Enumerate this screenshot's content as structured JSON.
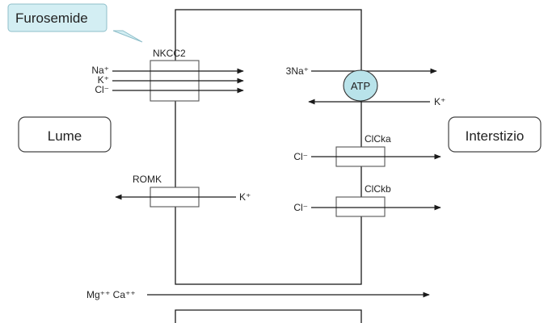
{
  "colors": {
    "line": "#1a1a1a",
    "callout_fill": "#d3eef3",
    "callout_stroke": "#8fbfca",
    "atp_fill": "#b9e3ea",
    "box_stroke": "#555555"
  },
  "drug_callout": {
    "label": "Furosemide"
  },
  "compartments": {
    "lumen": "Lume",
    "interstitium": "Interstizio"
  },
  "apical": {
    "nkcc2": {
      "label": "NKCC2",
      "ions": [
        "Na⁺",
        "K⁺",
        "Cl⁻"
      ]
    },
    "romk": {
      "label": "ROMK",
      "ion": "K⁺"
    }
  },
  "basolateral": {
    "pump": {
      "label": "ATP",
      "ion_out": "3Na⁺",
      "ion_in": "K⁺"
    },
    "clcka": {
      "label": "ClCka",
      "ion": "Cl⁻"
    },
    "clckb": {
      "label": "ClCkb",
      "ion": "Cl⁻"
    }
  },
  "paracellular": {
    "ions": "Mg⁺⁺ Ca⁺⁺"
  }
}
